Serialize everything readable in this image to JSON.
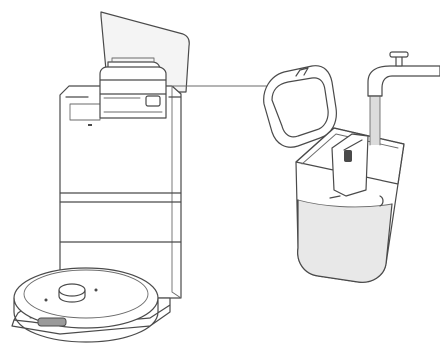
{
  "colors": {
    "background": "#ffffff",
    "line": "#4a4a4a",
    "water_light": "#e8e8e8",
    "water_stream": "#dcdcdc",
    "panel_tint": "#f4f4f4"
  },
  "icons": {
    "tap": "water-faucet-icon",
    "stream": "water-stream-icon"
  },
  "illustration": {
    "parts": [
      "docking-station",
      "robot-vacuum",
      "clean-water-tank",
      "water-faucet"
    ]
  }
}
